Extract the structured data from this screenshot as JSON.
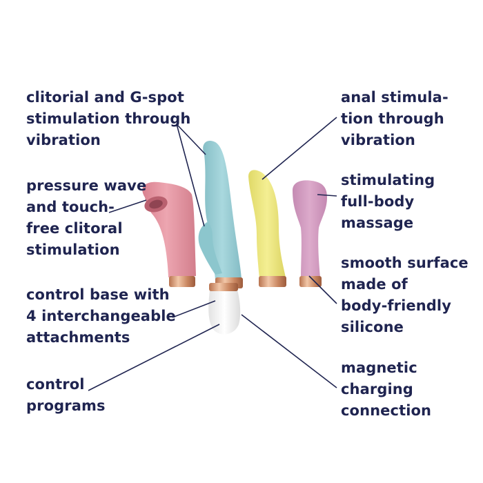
{
  "labels": {
    "clitoral_gspot": [
      "clitorial and G-spot",
      "stimulation through",
      "vibration"
    ],
    "pressure_wave": [
      "pressure wave",
      "and touch-",
      "free clitoral",
      "stimulation"
    ],
    "control_base": [
      "control base with",
      "4 interchangeable",
      "attachments"
    ],
    "control_programs": [
      "control",
      "programs"
    ],
    "anal": [
      "anal stimula-",
      "tion through",
      "vibration"
    ],
    "full_body": [
      "stimulating",
      "full-body",
      "massage"
    ],
    "surface": [
      "smooth surface",
      "made of",
      "body-friendly",
      "silicone"
    ],
    "magnetic": [
      "magnetic",
      "charging",
      "connection"
    ]
  },
  "colors": {
    "text": "#1f2450",
    "pink_attachment": "#e79aa6",
    "blue_attachment": "#9fd0d6",
    "yellow_attachment": "#f1ec8a",
    "mauve_attachment": "#d7a2c6",
    "base_white": "#f4f4f4",
    "copper_ring": "#d9a07a"
  }
}
